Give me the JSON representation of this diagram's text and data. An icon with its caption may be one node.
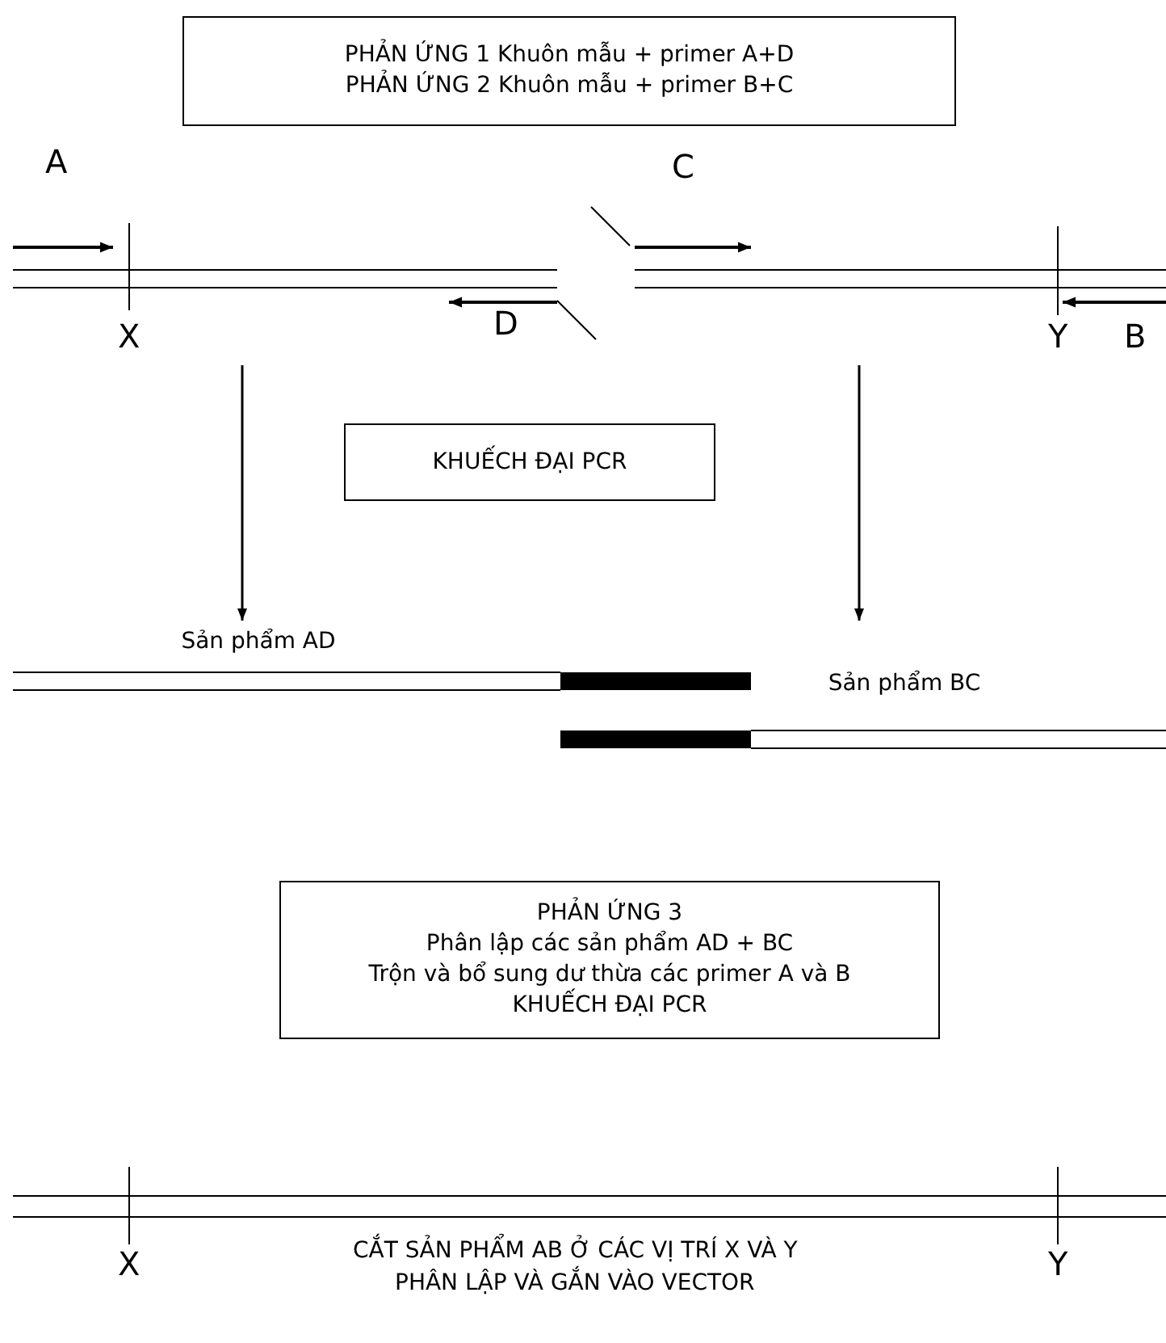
{
  "diagram": {
    "nodes": [
      {
        "text": [
          "PHẢN ỨNG 1 Khuôn mẫu + primer A+D",
          "PHẢN ỨNG 2 Khuôn mẫu + primer B+C"
        ]
      },
      {
        "text": [
          "KHUẾCH ĐẠI PCR"
        ]
      },
      {
        "text": [
          "Sản phẩm AD"
        ]
      },
      {
        "text": [
          "Sản phẩm BC"
        ]
      },
      {
        "text": [
          "PHẢN ỨNG 3",
          "Phân lập các sản phẩm AD + BC",
          "Trộn và bổ sung dư thừa các primer A và B",
          "KHUẾCH ĐẠI PCR"
        ]
      }
    ],
    "edges": [
      {
        "from": null,
        "to": 2,
        "arrow": "to"
      },
      {
        "from": null,
        "to": 3,
        "arrow": "to"
      }
    ],
    "labels": [
      "A",
      "C",
      "X",
      "D",
      "Y",
      "B",
      "X",
      "Y",
      "CẮT SẢN PHẨM AB Ở CÁC VỊ TRÍ X VÀ Y",
      "PHÂN LẬP VÀ GẮN VÀO VECTOR"
    ]
  }
}
